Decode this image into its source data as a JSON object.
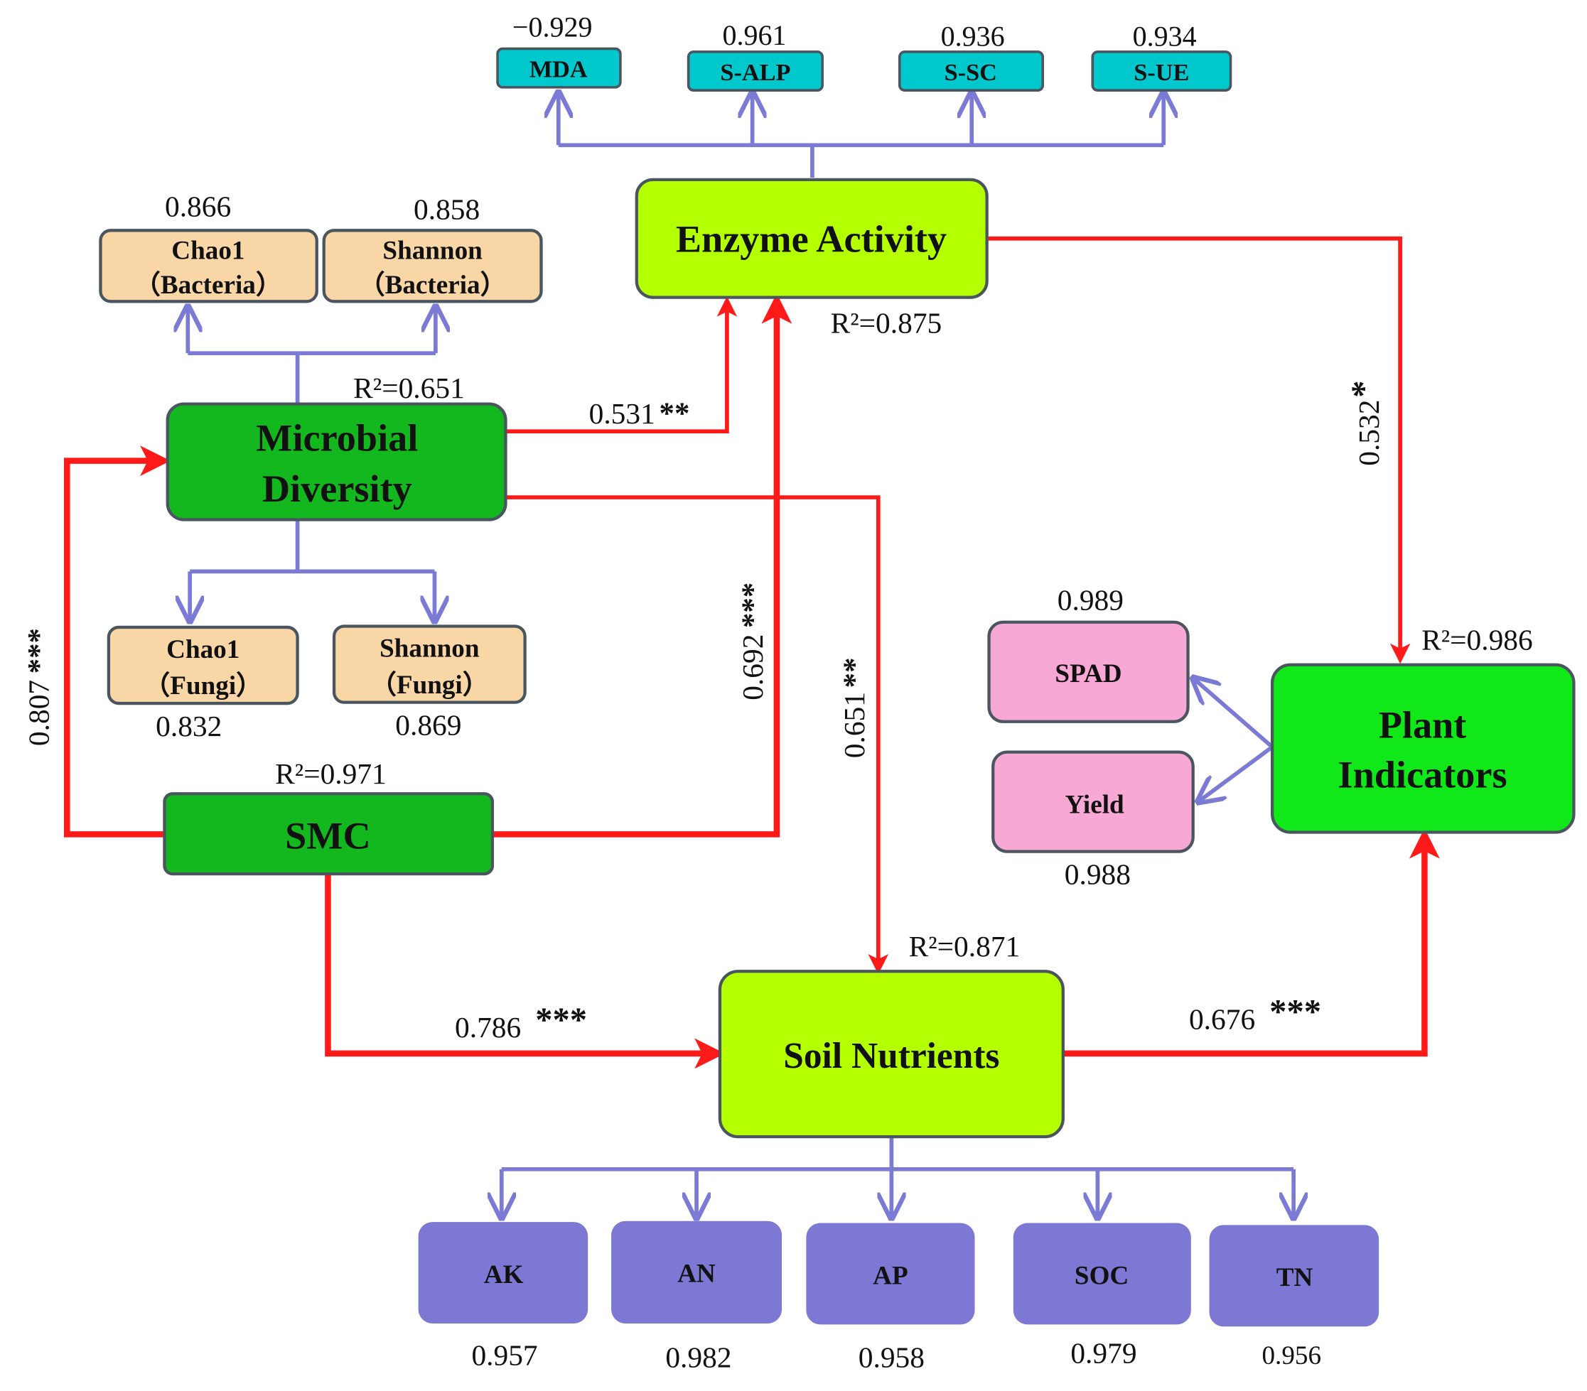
{
  "colors": {
    "red_path": "#ff1a1a",
    "measurement_line": "#7b7bd6",
    "box_border": "#4a5560",
    "enzyme_indicator_fill": "#00c8cc",
    "microbial_indicator_fill": "#f9d6a6",
    "dark_green_fill": "#12b81e",
    "bright_green_fill": "#11e81a",
    "lime_fill": "#b4ff00",
    "plant_indicator_fill": "#f8a8d4",
    "nutrient_indicator_fill": "#7c78d4",
    "text": "#111111"
  },
  "constructs": {
    "enzyme_activity": {
      "label": "Enzyme Activity",
      "r2": "R²=0.875"
    },
    "microbial_diversity": {
      "label_line1": "Microbial",
      "label_line2": "Diversity",
      "r2": "R²=0.651"
    },
    "smc": {
      "label": "SMC",
      "r2": "R²=0.971"
    },
    "soil_nutrients": {
      "label": "Soil Nutrients",
      "r2": "R²=0.871"
    },
    "plant_indicators": {
      "label_line1": "Plant",
      "label_line2": "Indicators",
      "r2": "R²=0.986"
    }
  },
  "indicators": {
    "mda": {
      "label": "MDA",
      "loading": "−0.929"
    },
    "s_alp": {
      "label": "S-ALP",
      "loading": "0.961"
    },
    "s_sc": {
      "label": "S-SC",
      "loading": "0.936"
    },
    "s_ue": {
      "label": "S-UE",
      "loading": "0.934"
    },
    "chao1_bacteria": {
      "line1": "Chao1",
      "line2": "（Bacteria）",
      "loading": "0.866"
    },
    "shannon_bacteria": {
      "line1": "Shannon",
      "line2": "（Bacteria）",
      "loading": "0.858"
    },
    "chao1_fungi": {
      "line1": "Chao1",
      "line2": "（Fungi）",
      "loading": "0.832"
    },
    "shannon_fungi": {
      "line1": "Shannon",
      "line2": "（Fungi）",
      "loading": "0.869"
    },
    "spad": {
      "label": "SPAD",
      "loading": "0.989"
    },
    "yield": {
      "label": "Yield",
      "loading": "0.988"
    },
    "ak": {
      "label": "AK",
      "loading": "0.957"
    },
    "an": {
      "label": "AN",
      "loading": "0.982"
    },
    "ap": {
      "label": "AP",
      "loading": "0.958"
    },
    "soc": {
      "label": "SOC",
      "loading": "0.979"
    },
    "tn": {
      "label": "TN",
      "loading": "0.956"
    }
  },
  "paths": {
    "microbial_to_enzyme": {
      "coef": "0.531",
      "sig": "**"
    },
    "enzyme_to_plant": {
      "coef": "0.532",
      "sig": "*"
    },
    "smc_to_microbial": {
      "coef": "0.807",
      "sig": "***"
    },
    "smc_to_enzyme": {
      "coef": "0.692",
      "sig": "***"
    },
    "microbial_to_nutrients": {
      "coef": "0.651",
      "sig": "**"
    },
    "smc_to_nutrients": {
      "coef": "0.786",
      "sig": "***"
    },
    "nutrients_to_plant": {
      "coef": "0.676",
      "sig": "***"
    }
  }
}
